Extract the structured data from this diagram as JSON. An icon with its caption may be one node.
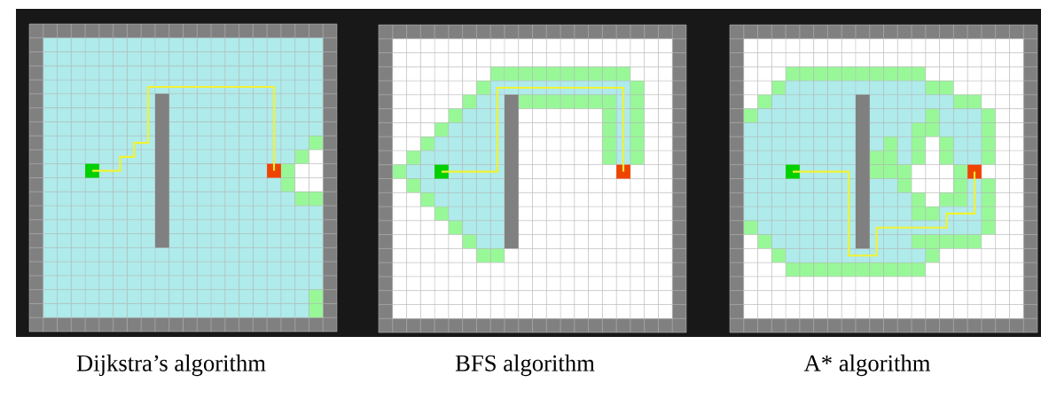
{
  "diagram": {
    "labels": [
      "Dijkstra’s algorithm",
      "BFS algorithm",
      "A* algorithm"
    ]
  }
}
